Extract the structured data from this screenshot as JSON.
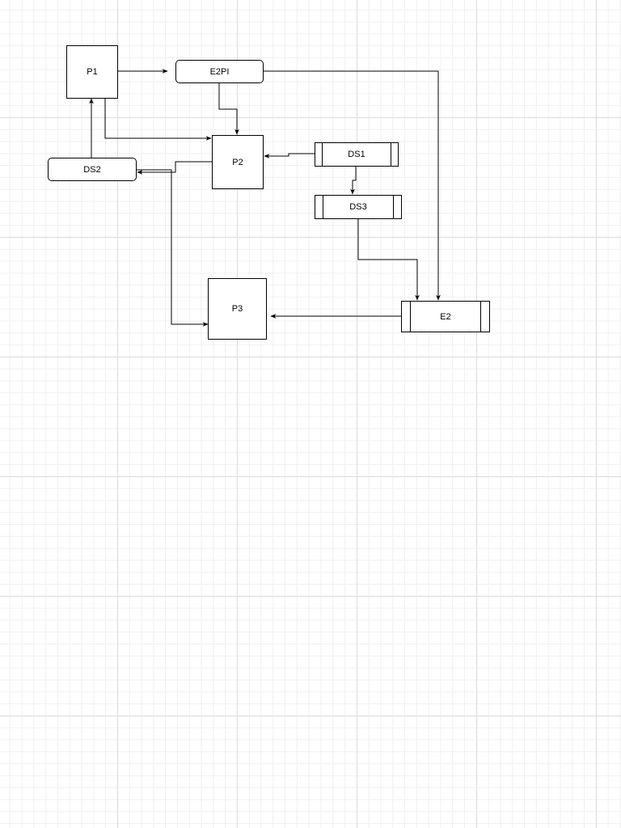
{
  "diagram": {
    "nodes": {
      "p1": {
        "label": "P1",
        "shape": "process"
      },
      "e2pi": {
        "label": "E2PI",
        "shape": "terminal"
      },
      "p2": {
        "label": "P2",
        "shape": "process"
      },
      "ds1": {
        "label": "DS1",
        "shape": "data-store"
      },
      "ds2": {
        "label": "DS2",
        "shape": "terminal"
      },
      "ds3": {
        "label": "DS3",
        "shape": "data-store"
      },
      "p3": {
        "label": "P3",
        "shape": "process"
      },
      "e2": {
        "label": "E2",
        "shape": "data-store"
      }
    },
    "edges": [
      {
        "from": "P1",
        "to": "E2PI"
      },
      {
        "from": "E2PI",
        "to": "P2"
      },
      {
        "from": "E2PI",
        "to": "E2"
      },
      {
        "from": "P1",
        "to": "P2"
      },
      {
        "from": "DS2",
        "to": "P1"
      },
      {
        "from": "DS1",
        "to": "P2"
      },
      {
        "from": "DS1",
        "to": "DS3"
      },
      {
        "from": "DS3",
        "to": "E2"
      },
      {
        "from": "P2",
        "to": "DS2"
      },
      {
        "from": "DS2",
        "to": "P3"
      },
      {
        "from": "E2",
        "to": "P3"
      }
    ],
    "colors": {
      "stroke": "#000000",
      "fill": "#ffffff",
      "grid_major": "#dcdcdc",
      "grid_minor": "#f0f0f0"
    }
  }
}
